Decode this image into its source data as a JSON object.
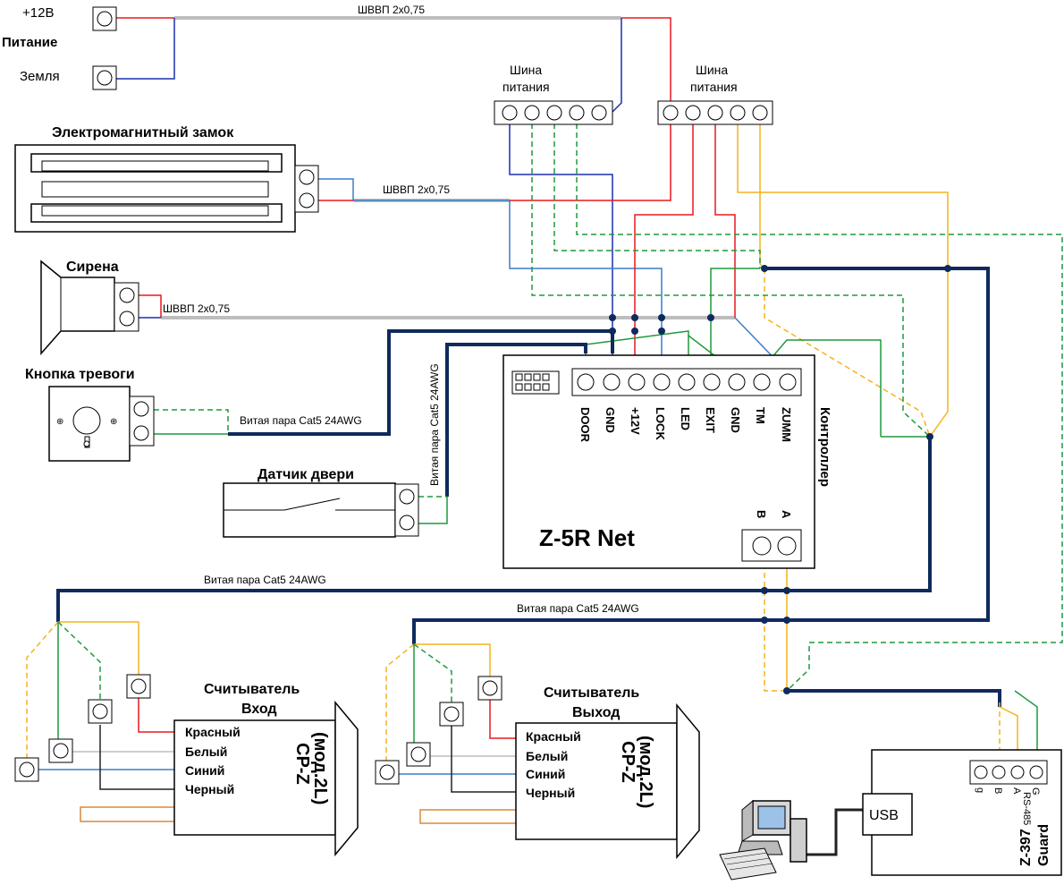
{
  "power": {
    "plus12_label": "+12В",
    "title": "Питание",
    "ground_label": "Земля"
  },
  "cable_shvvp": "ШВВП 2х0,75",
  "cable_cat5": "Витая пара Cat5 24AWG",
  "bus": {
    "left_line1": "Шина",
    "left_line2": "питания",
    "right_line1": "Шина",
    "right_line2": "питания"
  },
  "lock": {
    "title": "Электромагнитный замок"
  },
  "siren": {
    "title": "Сирена"
  },
  "alarm_button": {
    "title": "Кнопка тревоги"
  },
  "door_sensor": {
    "title": "Датчик двери"
  },
  "controller": {
    "side_label": "Контроллер",
    "model": "Z-5R Net",
    "terminals": [
      "DOOR",
      "GND",
      "+12V",
      "LOCK",
      "LED",
      "EXIT",
      "GND",
      "TM",
      "ZUMM"
    ],
    "rs_a": "A",
    "rs_b": "B"
  },
  "reader_in": {
    "title_line1": "Считыватель",
    "title_line2": "Вход",
    "model_line1": "CP-Z",
    "model_line2": "(мод.2L)",
    "wires": [
      "Красный",
      "Белый",
      "Синий",
      "Черный"
    ]
  },
  "reader_out": {
    "title_line1": "Считыватель",
    "title_line2": "Выход",
    "model_line1": "CP-Z",
    "model_line2": "(мод.2L)",
    "wires": [
      "Красный",
      "Белый",
      "Синий",
      "Черный"
    ]
  },
  "converter": {
    "usb_label": "USB",
    "model_line1": "Z-397",
    "model_line2": "Guard",
    "terminals": [
      "g",
      "B",
      "A",
      "G"
    ],
    "rs485": "RS-485"
  },
  "colors": {
    "red": "#e8191f",
    "blue": "#1a2fb0",
    "lightblue": "#3a7fc8",
    "green": "#1e9a3c",
    "orange": "#f5b31a",
    "gray": "#bdbdbd",
    "navy": "#0f2a5c",
    "brown": "#d98a3a"
  }
}
